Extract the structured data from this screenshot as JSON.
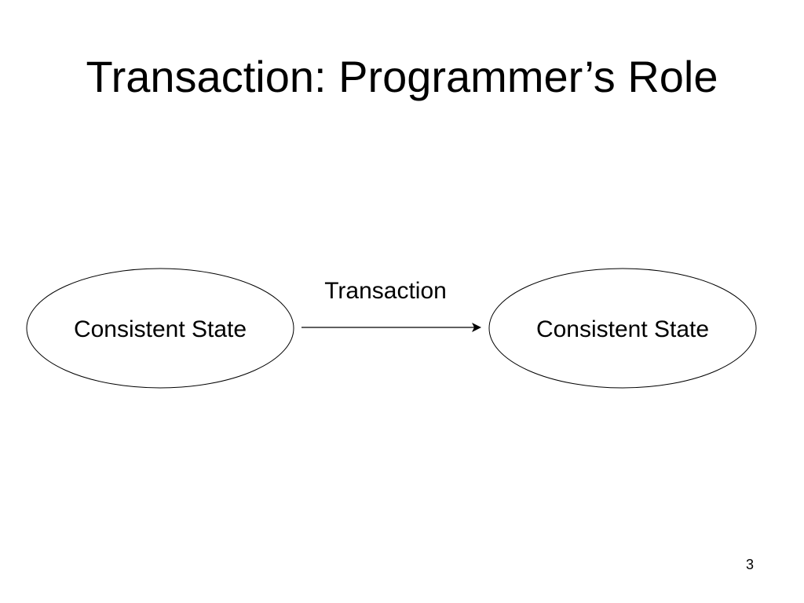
{
  "slide": {
    "title": "Transaction: Programmer’s Role",
    "page_number": "3"
  },
  "diagram": {
    "left_state": "Consistent State",
    "right_state": "Consistent State",
    "arrow_label": "Transaction"
  },
  "colors": {
    "background": "#ffffff",
    "ink": "#000000"
  }
}
